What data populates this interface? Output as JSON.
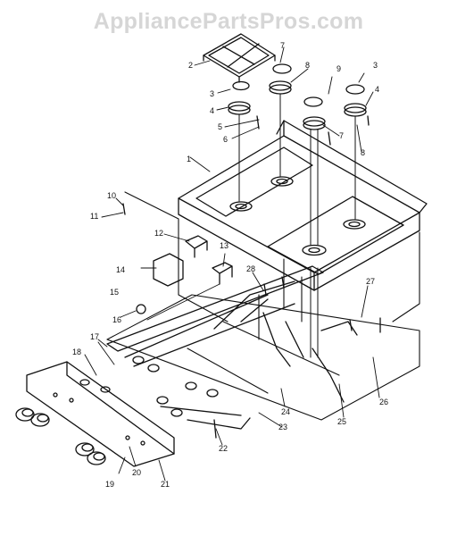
{
  "watermark": "AppliancePartsPros.com",
  "callouts": [
    "1",
    "2",
    "3",
    "3",
    "4",
    "4",
    "5",
    "6",
    "7",
    "7",
    "8",
    "8",
    "9",
    "10",
    "11",
    "12",
    "13",
    "14",
    "15",
    "16",
    "17",
    "18",
    "19",
    "20",
    "21",
    "22",
    "23",
    "24",
    "25",
    "26",
    "27",
    "28"
  ]
}
